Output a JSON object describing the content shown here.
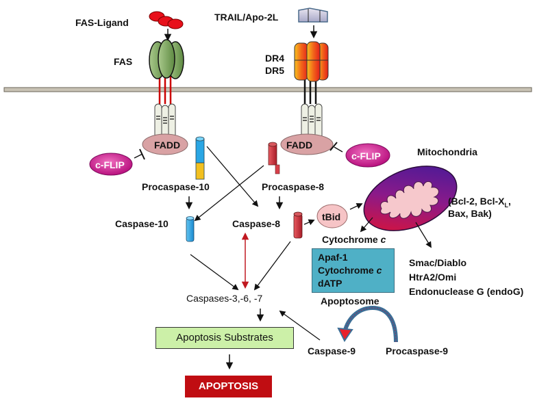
{
  "title": "Extrinsic and intrinsic apoptosis signaling pathways",
  "colors": {
    "membrane": "#c8c2b4",
    "fas_ligand": "#e8101a",
    "fas_receptor": "#7ea860",
    "dr_receptor": "#f06a12",
    "fadd": "#d9a2a4",
    "c_flip": "#d2209a",
    "caspase10": "#2aa6e4",
    "caspase8": "#c8303a",
    "tbid": "#f6c4c6",
    "mitochondria_outer": "#7a1a9a",
    "mitochondria_inner": "#f6c8cc",
    "apoptosome_box": "#4fb0c6",
    "substrates_box": "#ccf0a8",
    "apoptosis_box": "#c00d12",
    "crosstalk_arrow": "#c01820",
    "procaspase9_arc": "#3c6e96"
  },
  "labels": {
    "fas_ligand": "FAS-Ligand",
    "trail": "TRAIL/Apo-2L",
    "fas": "FAS",
    "dr4": "DR4",
    "dr5": "DR5",
    "fadd_left": "FADD",
    "fadd_right": "FADD",
    "c_flip_left": "c-FLIP",
    "c_flip_right": "c-FLIP",
    "procaspase10": "Procaspase-10",
    "procaspase8": "Procaspase-8",
    "caspase10": "Caspase-10",
    "caspase8": "Caspase-8",
    "tbid": "tBid",
    "mitochondria": "Mitochondria",
    "bcl_line1_pre": "(Bcl-2, Bcl-X",
    "bcl_sub": "L",
    "bcl_line1_post": ",",
    "bcl_line2": "Bax, Bak)",
    "cytochrome_c_prefix": "Cytochrome ",
    "cytochrome_c_italic": "c",
    "apoptosome_items": [
      "Apaf-1",
      "Cytochrome ",
      "dATP"
    ],
    "apoptosome_cyt_italic": "c",
    "apoptosome": "Apoptosome",
    "smac": "Smac/Diablo",
    "htra2": "HtrA2/Omi",
    "endog": "Endonuclease G (endoG)",
    "caspases_367": "Caspases-3,-6, -7",
    "apoptosis_substrates": "Apoptosis Substrates",
    "apoptosis": "APOPTOSIS",
    "caspase9": "Caspase-9",
    "procaspase9": "Procaspase-9"
  }
}
